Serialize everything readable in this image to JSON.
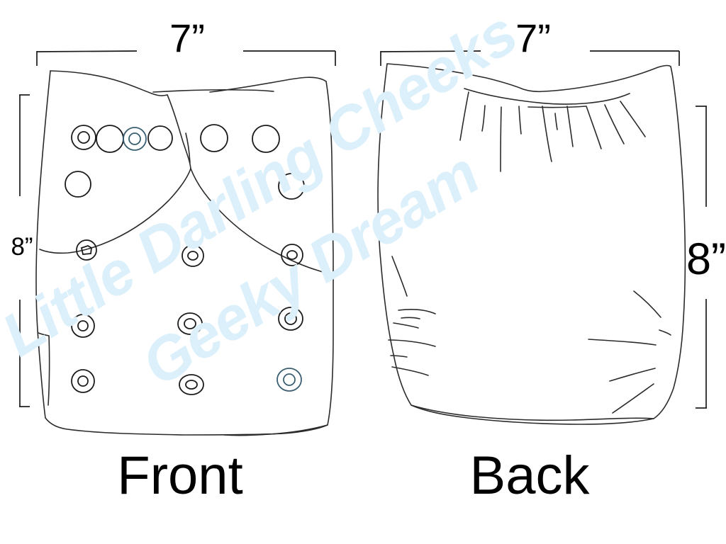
{
  "figure": {
    "title_alt": "Cloth diaper size diagram, front and back views",
    "background_color": "#ffffff",
    "line_color": "#2b2b2b",
    "watermark_color": "#dcf0fb",
    "text_color": "#000000"
  },
  "watermark": {
    "line1": "Little Darling Cheeks",
    "line2": "Geeky Dream",
    "color": "#dcf0fb"
  },
  "views": [
    {
      "id": "front",
      "label": "Front",
      "width_dimension": "7”",
      "height_dimension": "8”",
      "snap_rows": [
        {
          "id": "front-wing-row",
          "count": 6
        },
        {
          "id": "front-waist-row",
          "count": 3
        },
        {
          "id": "front-rise-row-middle",
          "count": 3
        },
        {
          "id": "front-rise-row-bottom",
          "count": 3
        }
      ]
    },
    {
      "id": "back",
      "label": "Back",
      "width_dimension": "7”",
      "height_dimension": "8”",
      "snap_rows": []
    }
  ],
  "dimensions": {
    "front_width_label": "7”",
    "front_height_label": "8”",
    "back_width_label": "7”",
    "back_height_label": "8”"
  },
  "labels": {
    "front": "Front",
    "back": "Back"
  }
}
